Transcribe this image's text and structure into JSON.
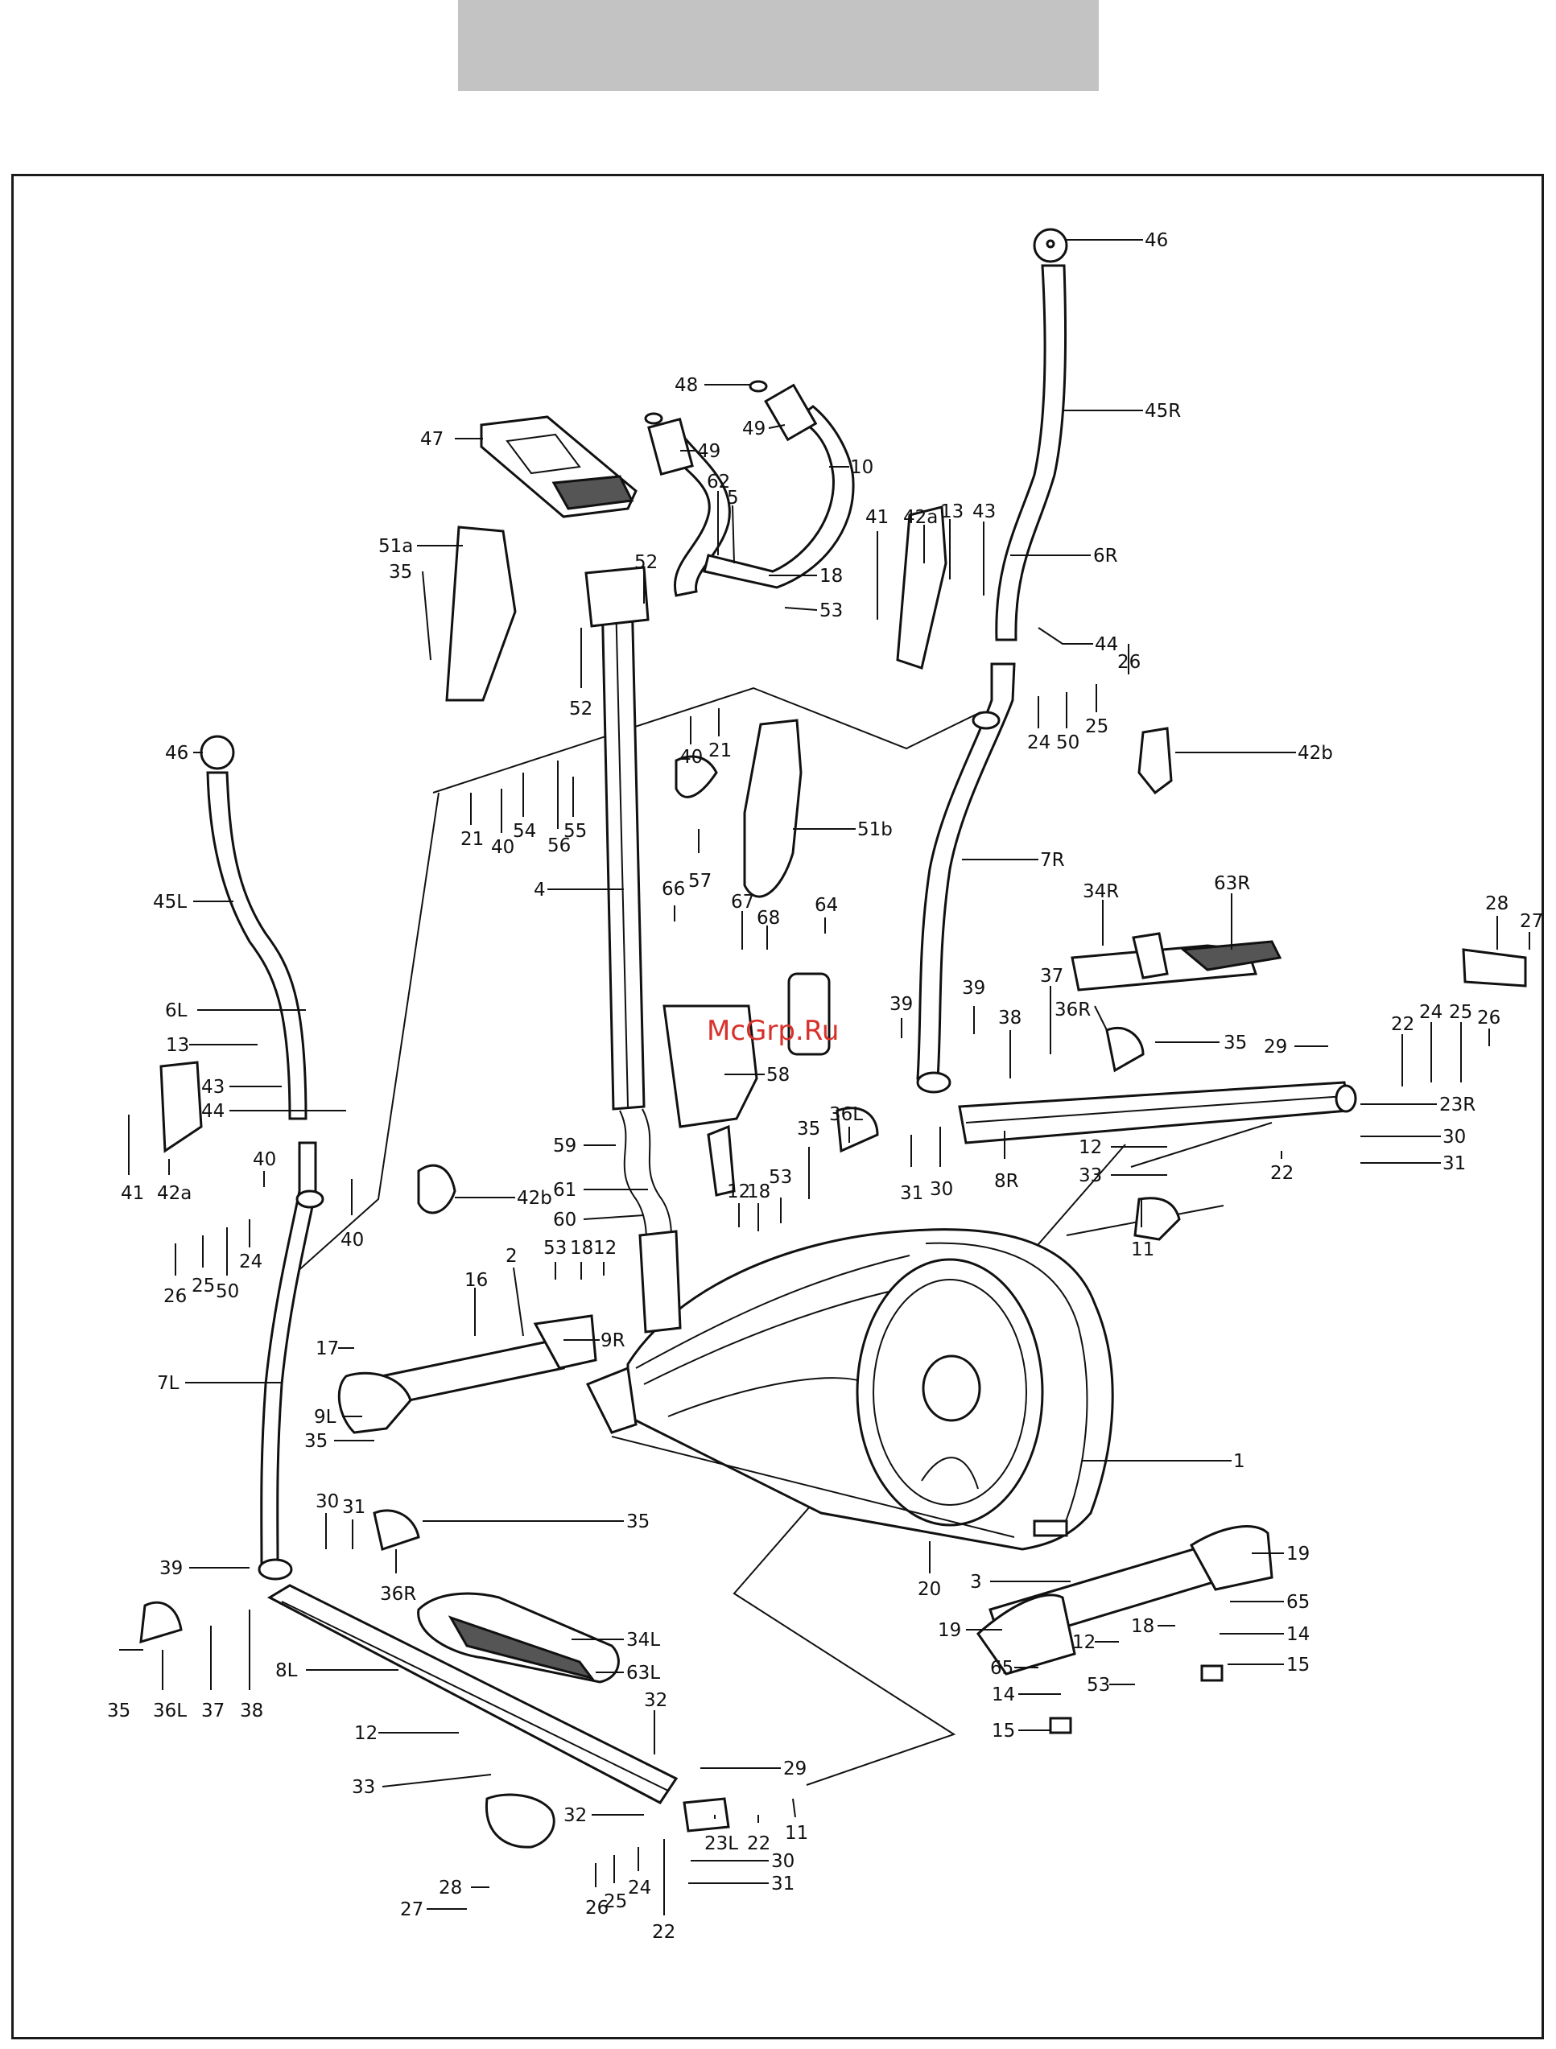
{
  "header": {
    "color": "#c3c3c3"
  },
  "watermark": {
    "text": "McGrp.Ru",
    "color": "#d8302a"
  },
  "callouts": {
    "c46a": "46",
    "c45R": "45R",
    "c48": "48",
    "c49a": "49",
    "c49b": "49",
    "c10": "10",
    "c47": "47",
    "c62": "62",
    "c5": "5",
    "c18a": "18",
    "c53a": "53",
    "c41a": "41",
    "c42a_a": "42a",
    "c13a": "13",
    "c43a": "43",
    "c6R": "6R",
    "c44a": "44",
    "c51a": "51a",
    "c35a": "35",
    "c52a": "52",
    "c52b": "52",
    "c40a": "40",
    "c21a": "21",
    "c24a": "24",
    "c50a": "50",
    "c25a": "25",
    "c26a": "26",
    "c42b_a": "42b",
    "c46b": "46",
    "c45L": "45L",
    "c21b": "21",
    "c40b": "40",
    "c54": "54",
    "c56": "56",
    "c55": "55",
    "c51b": "51b",
    "c7R": "7R",
    "c57": "57",
    "c4": "4",
    "c66": "66",
    "c67": "67",
    "c68": "68",
    "c64": "64",
    "c34R": "34R",
    "c63R": "63R",
    "c28a": "28",
    "c27a": "27",
    "c6L": "6L",
    "c13b": "13",
    "c43b": "43",
    "c44b": "44",
    "c41b": "41",
    "c42a_b": "42a",
    "c39a": "39",
    "c39b": "39",
    "c38a": "38",
    "c37a": "37",
    "c36R_a": "36R",
    "c35b": "35",
    "c29a": "29",
    "c22a": "22",
    "c24b": "24",
    "c25b": "25",
    "c26b": "26",
    "c23R": "23R",
    "c30a": "30",
    "c31a": "31",
    "c58": "58",
    "c31b": "31",
    "c30b": "30",
    "c8R": "8R",
    "c12a": "12",
    "c33a": "33",
    "c22b": "22",
    "c11a": "11",
    "c35c": "35",
    "c36L_a": "36L",
    "c59": "59",
    "c61": "61",
    "c60": "60",
    "c12b": "12",
    "c18b": "18",
    "c53b": "53",
    "c53c": "53",
    "c18c": "18",
    "c12c": "12",
    "c40c": "40",
    "c42b_b": "42b",
    "c40d": "40",
    "c26c": "26",
    "c25c": "25",
    "c50b": "50",
    "c24c": "24",
    "c7L": "7L",
    "c2": "2",
    "c16": "16",
    "c9R": "9R",
    "c17": "17",
    "c9L": "9L",
    "c35d": "35",
    "c1": "1",
    "c30c": "30",
    "c31c": "31",
    "c35e": "35",
    "c39c": "39",
    "c36R_b": "36R",
    "c20": "20",
    "c3": "3",
    "c19a": "19",
    "c19b": "19",
    "c65a": "65",
    "c18d": "18",
    "c14a": "14",
    "c15a": "15",
    "c12d": "12",
    "c65b": "65",
    "c14b": "14",
    "c53d": "53",
    "c15b": "15",
    "c34L": "34L",
    "c63L": "63L",
    "c8L": "8L",
    "c35f": "35",
    "c36L_b": "36L",
    "c37b": "37",
    "c38b": "38",
    "c32a": "32",
    "c12e": "12",
    "c33b": "33",
    "c29b": "29",
    "c32b": "32",
    "c11b": "11",
    "c23L": "23L",
    "c22c": "22",
    "c30d": "30",
    "c31d": "31",
    "c26d": "26",
    "c25d": "25",
    "c24d": "24",
    "c22d": "22",
    "c28b": "28",
    "c27b": "27"
  }
}
